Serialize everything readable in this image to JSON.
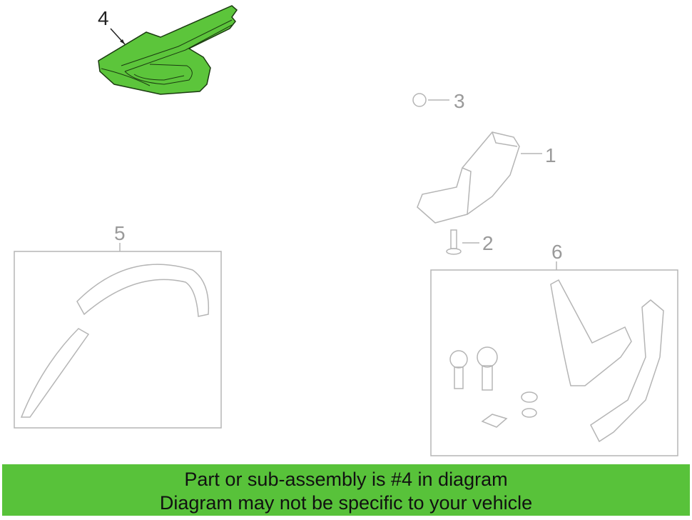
{
  "diagram": {
    "callouts": [
      "1",
      "2",
      "3",
      "4",
      "5",
      "6"
    ],
    "highlight_color": "#5cc53b",
    "line_color": "#b5b5b5"
  },
  "footer": {
    "line1": "Part or sub-assembly is #4 in diagram",
    "line2": "Diagram may not be specific to your vehicle",
    "background": "#58c23a"
  }
}
